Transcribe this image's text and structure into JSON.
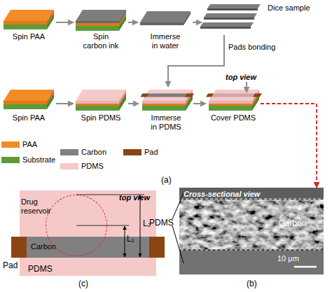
{
  "diagram": {
    "nodes": [
      {
        "text": [
          "Spin PAA"
        ]
      },
      {
        "text": [
          "Spin carbon ink"
        ]
      },
      {
        "text": [
          "Immerse in water"
        ]
      },
      {
        "text": [
          "Dice sample"
        ]
      },
      {
        "text": [
          "Spin PAA"
        ]
      },
      {
        "text": [
          "Spin PDMS"
        ]
      },
      {
        "text": [
          "Immerse in PDMS"
        ]
      },
      {
        "text": [
          "Cover PDMS"
        ]
      },
      {
        "text": [
          "Cross-sectional view"
        ]
      },
      {
        "text": [
          "top view"
        ]
      },
      {
        "text": [
          "Carbon"
        ],
        "in": 9
      },
      {
        "text": [
          "Drug reservoir"
        ],
        "in": 9
      }
    ],
    "edges": [
      {
        "from": 0,
        "to": 1,
        "arrow": "to"
      },
      {
        "from": 1,
        "to": 2,
        "arrow": "to"
      },
      {
        "from": 2,
        "to": 3,
        "arrow": "to"
      },
      {
        "from": 3,
        "to": 6,
        "label": "Pads bonding",
        "arrow": "to"
      },
      {
        "from": 4,
        "to": 5,
        "arrow": "to"
      },
      {
        "from": 5,
        "to": 6,
        "arrow": "to"
      },
      {
        "from": 6,
        "to": 7,
        "arrow": "to"
      },
      {
        "from": 7,
        "to": 8,
        "arrow": "to"
      }
    ],
    "labels": [
      "top view",
      "(a)",
      "PDMS",
      "Carbon",
      "10 μm",
      "(b)",
      "L₁",
      "L₂",
      "Pad",
      "PDMS",
      "(c)"
    ],
    "legend": [
      {
        "text": "PAA",
        "color": "#f28c28"
      },
      {
        "text": "Substrate",
        "color": "#5b9b3a"
      },
      {
        "text": "Carbon",
        "color": "#808080"
      },
      {
        "text": "PDMS",
        "color": "#f6c9c9"
      },
      {
        "text": "Pad",
        "color": "#8b4513"
      }
    ]
  }
}
